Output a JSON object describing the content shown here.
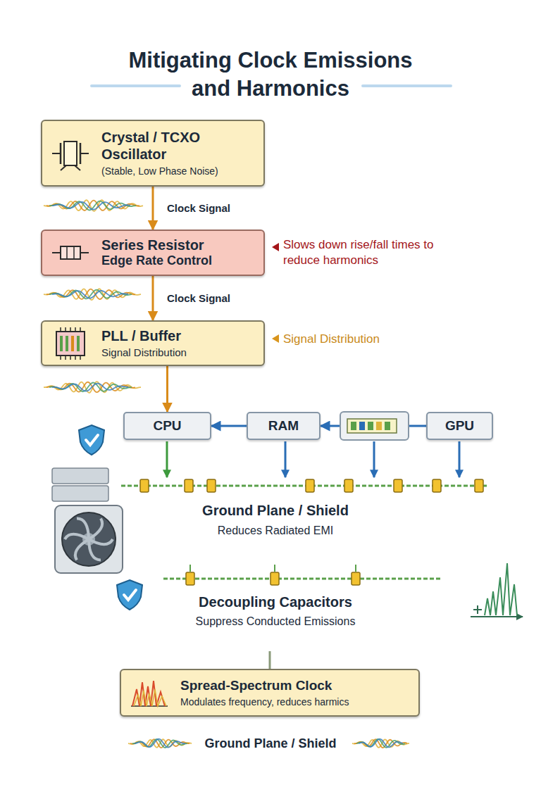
{
  "diagram": {
    "title": "Mitigating Clock Emissions and Harmonics",
    "nodes": [
      {
        "text": [
          "Crystal / TCXO Oscillator",
          "(Stable, Low Phase Noise)"
        ]
      },
      {
        "text": [
          "Series Resistor",
          "Edge Rate Control"
        ]
      },
      {
        "text": [
          "PLL / Buffer",
          "Signal Distribution"
        ]
      },
      {
        "text": [
          "Ground Plane / Shield",
          "Reduces Radiated EMI",
          "Decoupling Capacitors",
          "Suppress Conducted Emissions"
        ]
      },
      {
        "text": [
          "CPU"
        ],
        "in": 3
      },
      {
        "text": [
          "RAM"
        ],
        "in": 3
      },
      {
        "text": [
          "GPU"
        ],
        "in": 3
      },
      {
        "text": [
          "Spread-Spectrum Clock",
          "Modulates frequency, reduces harmics"
        ]
      }
    ],
    "edges": [
      {
        "from": 0,
        "to": 1,
        "arrow": "to",
        "label": "Clock Signal"
      },
      {
        "from": 1,
        "to": 2,
        "arrow": "to",
        "label": "Clock Signal"
      },
      {
        "from": 2,
        "to": 4,
        "arrow": "to"
      },
      {
        "from": 5,
        "to": 4,
        "arrow": "to"
      },
      {
        "from": 6,
        "to": 5,
        "arrow": "to"
      },
      {
        "from": 3,
        "to": 7,
        "arrow": "none"
      }
    ],
    "labels": [
      "Slows down rise/fall times to reduce harmonics",
      "Signal Distribution",
      "Ground Plane / Shield"
    ]
  }
}
